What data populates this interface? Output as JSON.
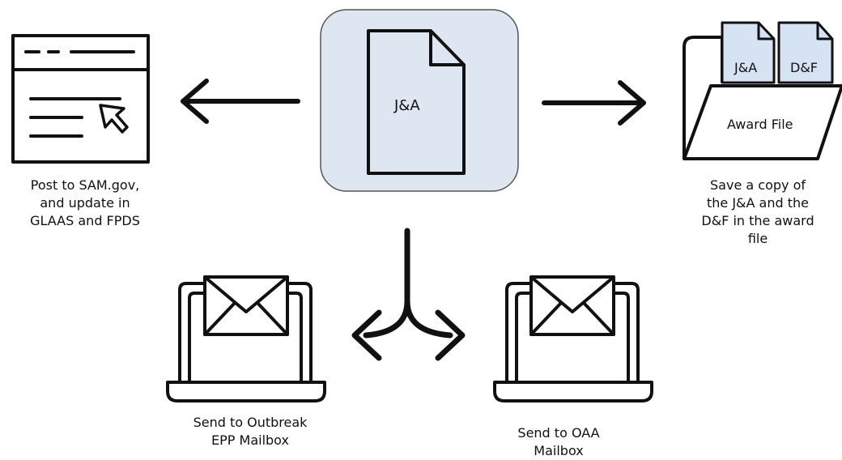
{
  "center": {
    "document_label": "J&A"
  },
  "award_file": {
    "tab_left": "J&A",
    "tab_right": "D&F",
    "folder_label": "Award File"
  },
  "captions": {
    "sam": "Post to SAM.gov,\nand update in\nGLAAS and FPDS",
    "award": "Save a copy of\nthe J&A and the\nD&F in the award\nfile",
    "outbreak": "Send to Outbreak\nEPP Mailbox",
    "oaa": "Send to OAA\nMailbox"
  },
  "colors": {
    "center_box_fill": "#dde6f1",
    "tab_fill": "#d6e3f3",
    "stroke": "#111111"
  },
  "icons": {
    "browser": "browser-window-icon",
    "document": "document-icon",
    "folder": "folder-icon",
    "laptop_mail": "laptop-mail-icon",
    "arrow": "arrow-icon"
  }
}
